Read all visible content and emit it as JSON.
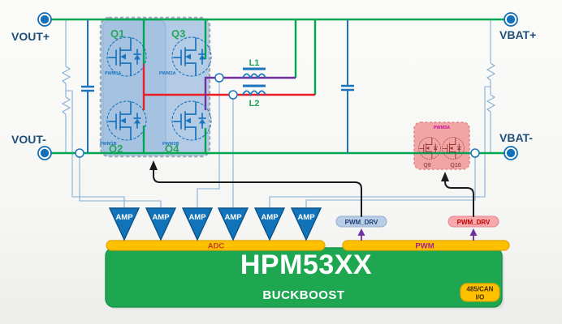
{
  "terminals": {
    "vout_plus": "VOUT+",
    "vout_minus": "VOUT-",
    "vbat_plus": "VBAT+",
    "vbat_minus": "VBAT-"
  },
  "bridge": {
    "q1": "Q1",
    "q2": "Q2",
    "q3": "Q3",
    "q4": "Q4",
    "pwm1a": "PWM1A",
    "pwm1b": "PWM1B",
    "pwm2a": "PWM2A",
    "pwm2b": "PWM2B"
  },
  "inductors": {
    "l1": "L1",
    "l2": "L2"
  },
  "battery_switch": {
    "pwm_label": "PWM5A",
    "q9": "Q9",
    "q10": "Q10"
  },
  "amplifiers": {
    "labels": [
      "AMP",
      "AMP",
      "AMP",
      "AMP",
      "AMP",
      "AMP"
    ]
  },
  "drivers": {
    "left_label": "PWM_DRV",
    "right_label": "PWM_DRV"
  },
  "controller": {
    "adc_label": "ADC",
    "pwm_label": "PWM",
    "part_number": "HPM53XX",
    "mode": "BUCKBOOST",
    "io_badge": {
      "line1": "485/CAN",
      "line2": "I/O"
    }
  },
  "colors": {
    "wire_green": "#00A651",
    "wire_red": "#EC1C24",
    "wire_purple": "#7030A0",
    "component_blue": "#1B75BC",
    "sense_wire_blue": "#86AFD6",
    "terminal_blue": "#1470B8",
    "label_navy": "#1F4E79",
    "bridge_fill": "#ACC7E3",
    "switch_pink_fill": "#F0A0A0",
    "amp_blue": "#1173B9",
    "bar_yellow": "#FFC000",
    "controller_green": "#1EA750",
    "driver_blue_fill": "#B9CDE6",
    "driver_pink_fill": "#F6A8AC",
    "adc_text": "#B6452B",
    "pwm_text": "#A2238E"
  }
}
